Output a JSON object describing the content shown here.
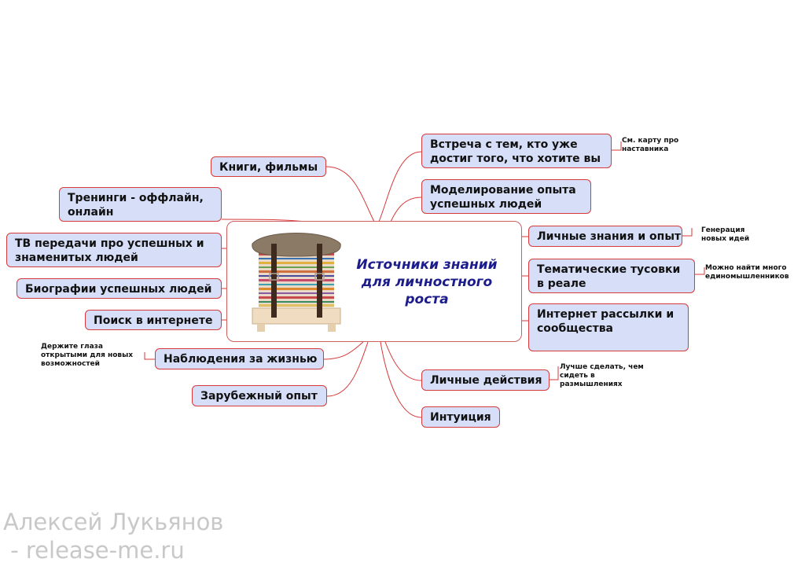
{
  "center": {
    "title": "Источники знаний\nдля личностного\nроста"
  },
  "left": {
    "books": "Книги, фильмы",
    "trainings": "Тренинги - оффлайн,\nонлайн",
    "tv": "ТВ передачи про успешных и\nзнаменитых людей",
    "biographies": "Биографии успешных людей",
    "internet_search": "Поиск в интернете",
    "observations": "Наблюдения за жизнью",
    "foreign": "Зарубежный опыт"
  },
  "right": {
    "meeting": "Встреча с тем, кто уже\nдостиг того, что хотите вы",
    "modeling": "Моделирование опыта\nуспешных людей",
    "personal_knowledge": "Личные знания и опыт",
    "thematic_events": "Тематические тусовки\nв реале",
    "mailings": "Интернет рассылки и\nсообщества",
    "personal_actions": "Личные действия",
    "intuition": "Интуиция"
  },
  "notes": {
    "observations": "Держите глаза\nоткрытыми для новых\nвозможностей",
    "meeting": "См. карту про\nнаставника",
    "personal_knowledge": "Генерация\nновых идей",
    "thematic_events": "Можно найти много\nединомышленников",
    "personal_actions": "Лучше сделать, чем\nсидеть в\nразмышлениях"
  },
  "watermark": "Алексей Лукьянов\n - release-me.ru",
  "colors": {
    "node_fill": "#d6def8",
    "branch_line": "#d63a3a",
    "title": "#1c1c8a",
    "watermark": "#c8c8c8"
  }
}
